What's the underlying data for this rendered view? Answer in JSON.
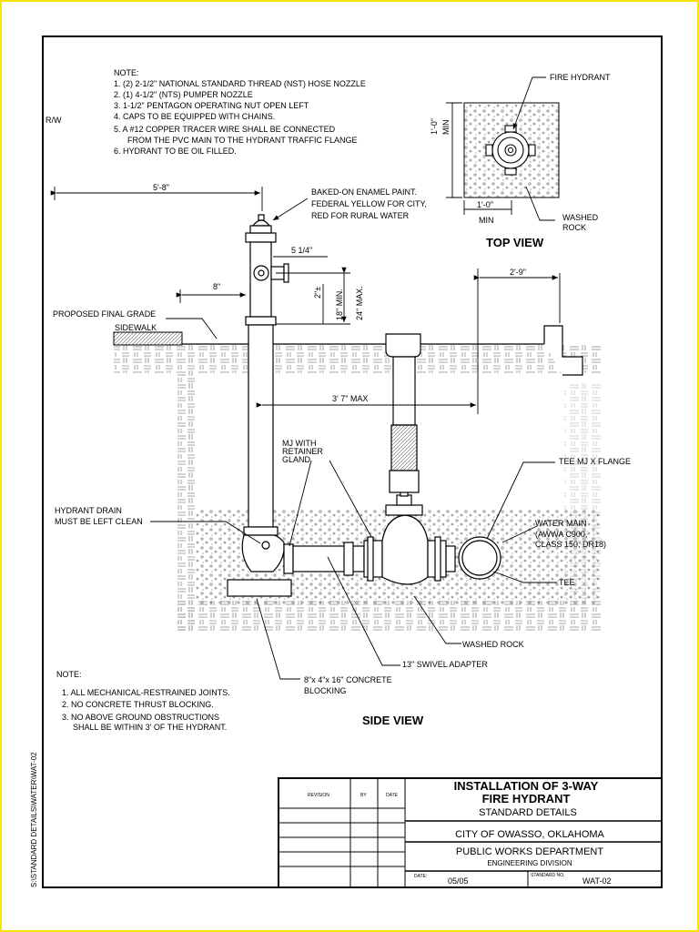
{
  "frame": {
    "border_color": "#f5e300"
  },
  "notes_top": {
    "heading": "NOTE:",
    "items": [
      "1. (2) 2-1/2\" NATIONAL STANDARD THREAD (NST) HOSE NOZZLE",
      "2. (1) 4-1/2\" (NTS) PUMPER NOZZLE",
      "3. 1-1/2\" PENTAGON OPERATING NUT OPEN LEFT",
      "4. CAPS TO BE EQUIPPED WITH CHAINS.",
      "5. A #12 COPPER TRACER WIRE SHALL BE CONNECTED",
      "FROM THE PVC MAIN TO THE HYDRANT TRAFFIC FLANGE",
      "6. HYDRANT TO BE OIL FILLED."
    ]
  },
  "notes_bottom": {
    "heading": "NOTE:",
    "items": [
      "1. ALL MECHANICAL-RESTRAINED JOINTS.",
      "2. NO CONCRETE THRUST BLOCKING.",
      "3. NO ABOVE GROUND OBSTRUCTIONS",
      "SHALL BE WITHIN 3' OF THE HYDRANT."
    ]
  },
  "labels": {
    "rw": "R/W",
    "dim_5_8": "5'-8\"",
    "paint_1": "BAKED-ON ENAMEL PAINT.",
    "paint_2": "FEDERAL YELLOW FOR CITY,",
    "paint_3": "RED FOR RURAL WATER",
    "dim_5_1_4": "5 1/4\"",
    "dim_8": "8\"",
    "dim_2": "2\"±",
    "dim_18min": "18\" MIN.",
    "dim_24max": "24\" MAX.",
    "grade": "PROPOSED FINAL GRADE",
    "sidewalk": "SIDEWALK",
    "dim_2_9": "2'-9\"",
    "dim_3_7": "3' 7\" MAX",
    "mj_1": "MJ WITH",
    "mj_2": "RETAINER",
    "mj_3": "GLAND",
    "tee_mj": "TEE MJ X FLANGE",
    "drain_1": "HYDRANT DRAIN",
    "drain_2": "MUST BE LEFT CLEAN",
    "main_1": "WATER MAIN",
    "main_2": "(AWWA C900,",
    "main_3": "CLASS 150, DR18)",
    "tee": "TEE",
    "washed_rock": "WASHED ROCK",
    "swivel": "13\" SWIVEL ADAPTER",
    "block_1": "8\"x 4\"x 16\" CONCRETE",
    "block_2": "BLOCKING",
    "side_view": "SIDE VIEW",
    "fire_hydrant": "FIRE HYDRANT",
    "min_1_0_v": "1'-0\"",
    "min_v": "MIN",
    "min_1_0_h": "1'-0\"",
    "min_h": "MIN",
    "washed_1": "WASHED",
    "washed_2": "ROCK",
    "top_view": "TOP VIEW",
    "side_margin": "S:\\STANDARD DETAILS\\WATER\\WAT-02"
  },
  "title_block": {
    "revision": "REVISION",
    "by": "BY",
    "date_col": "DATE",
    "title_1": "INSTALLATION OF 3-WAY",
    "title_2": "FIRE HYDRANT",
    "subtitle": "STANDARD DETAILS",
    "city": "CITY OF OWASSO, OKLAHOMA",
    "dept": "PUBLIC WORKS DEPARTMENT",
    "division": "ENGINEERING DIVISION",
    "date_label": "DATE:",
    "date_value": "05/05",
    "std_label": "STANDARD NO.",
    "std_value": "WAT-02"
  }
}
